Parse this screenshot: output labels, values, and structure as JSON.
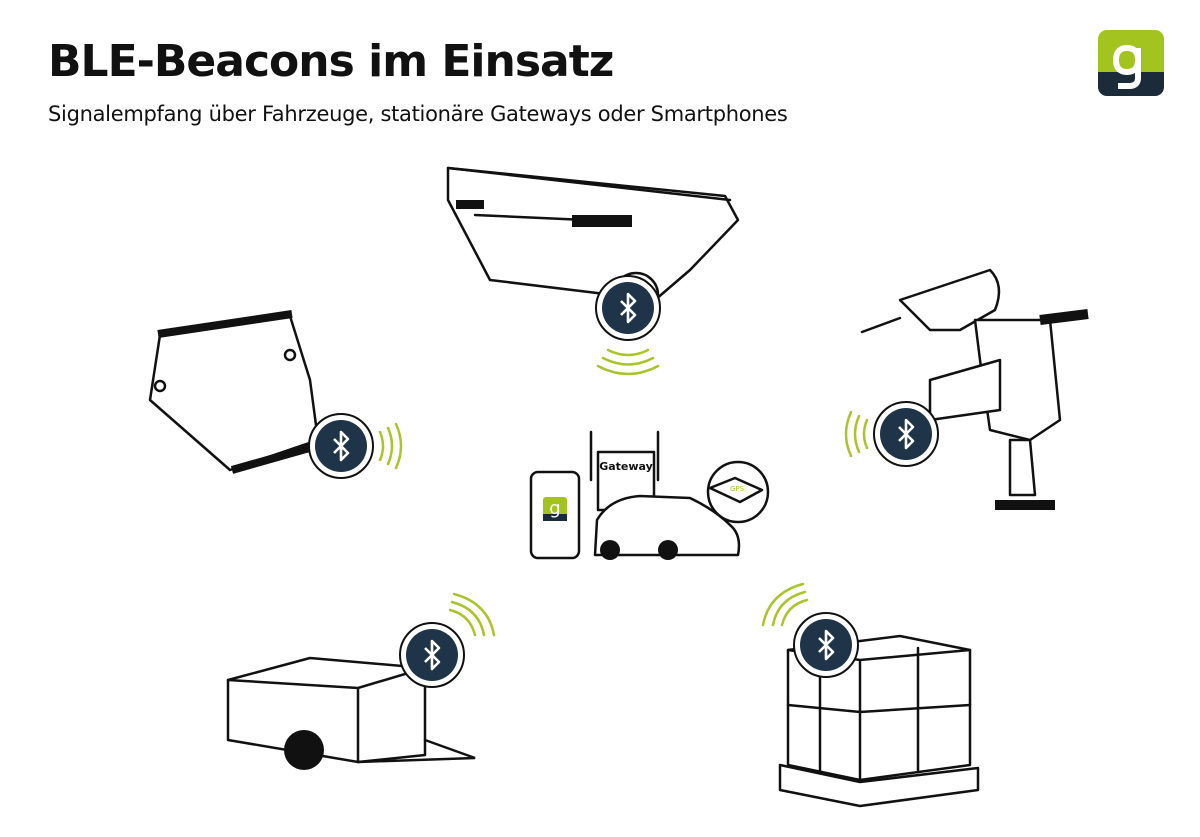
{
  "header": {
    "title": "BLE-Beacons im Einsatz",
    "subtitle": "Signalempfang über Fahrzeuge, stationäre Gateways oder Smartphones"
  },
  "logo": {
    "letter": "g"
  },
  "center": {
    "gateway_label": "Gateway",
    "gps_label": "GPS"
  },
  "beacons": [
    {
      "asset": "dumpster",
      "icon": "bluetooth-icon"
    },
    {
      "asset": "excavator-bucket",
      "icon": "bluetooth-icon"
    },
    {
      "asset": "drill-and-rammer",
      "icon": "bluetooth-icon"
    },
    {
      "asset": "trailer",
      "icon": "bluetooth-icon"
    },
    {
      "asset": "pallet",
      "icon": "bluetooth-icon"
    }
  ],
  "colors": {
    "brand_green": "#a3c41e",
    "brand_navy": "#1c2b3a",
    "beacon": "#1f3349",
    "signal": "#a9c52a"
  }
}
